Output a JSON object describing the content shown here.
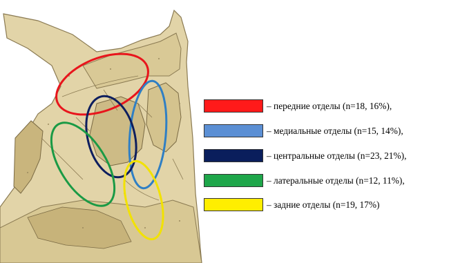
{
  "legend": [
    {
      "color": "#ff1a1a",
      "label": "– передние отделы (n=18, 16%),"
    },
    {
      "color": "#5b8fd4",
      "label": "– медиальные отделы (n=15, 14%),"
    },
    {
      "color": "#0a1e5c",
      "label": "– центральные отделы (n=23, 21%),"
    },
    {
      "color": "#1ea64a",
      "label": "– латеральные отделы (n=12, 11%),"
    },
    {
      "color": "#ffee00",
      "label": "– задние отделы (n=19, 17%)"
    }
  ],
  "ellipse_colors": {
    "anterior": "#e8151c",
    "medial": "#2f7fc4",
    "central": "#0d1e5e",
    "lateral": "#1a9a45",
    "posterior": "#f2e200"
  },
  "illustration": "anatomical-bone-illustration"
}
